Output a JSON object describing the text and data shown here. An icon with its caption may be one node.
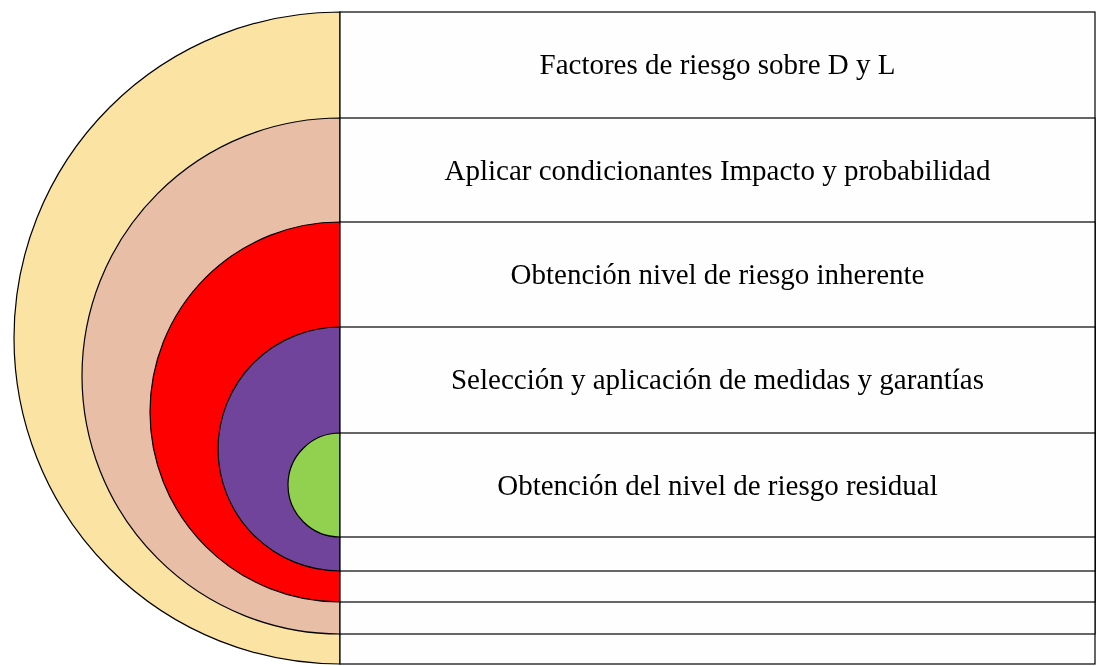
{
  "diagram": {
    "nodes": [
      {
        "text": [
          "Factores de riesgo sobre D y L"
        ]
      },
      {
        "text": [
          "Aplicar condicionantes Impacto y probabilidad"
        ],
        "in": 0
      },
      {
        "text": [
          "Obtención nivel de riesgo inherente"
        ],
        "in": 1
      },
      {
        "text": [
          "Selección y aplicación de medidas y garantías"
        ],
        "in": 2
      },
      {
        "text": [
          "Obtención del nivel de riesgo residual"
        ],
        "in": 3
      }
    ]
  }
}
